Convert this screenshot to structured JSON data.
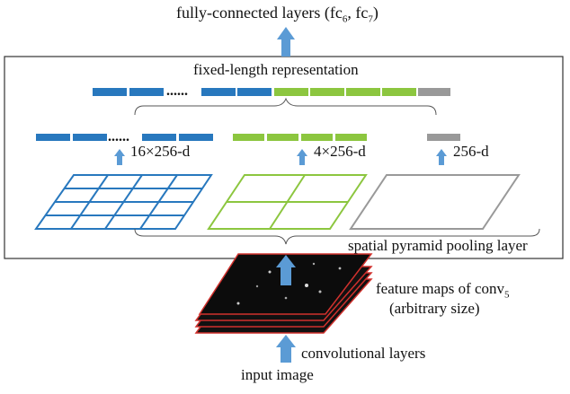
{
  "top_label": {
    "text": "fully-connected layers (fc",
    "sub1": "6",
    "mid": ", fc",
    "sub2": "7",
    "end": ")"
  },
  "box_title": "fixed-length representation",
  "bins": {
    "left": "16×256-d",
    "middle": "4×256-d",
    "right": "256-d"
  },
  "dots": "......",
  "spp_label": "spatial pyramid pooling layer",
  "feature_label": {
    "line1_a": "feature maps of conv",
    "line1_sub": "5",
    "line2": "(arbitrary size)"
  },
  "conv_label": "convolutional layers",
  "input_label": "input image",
  "colors": {
    "blue": "#2878be",
    "green": "#8cc63f",
    "gray": "#999999",
    "arrow": "#5b9bd5",
    "map_edge": "#d0312d"
  }
}
